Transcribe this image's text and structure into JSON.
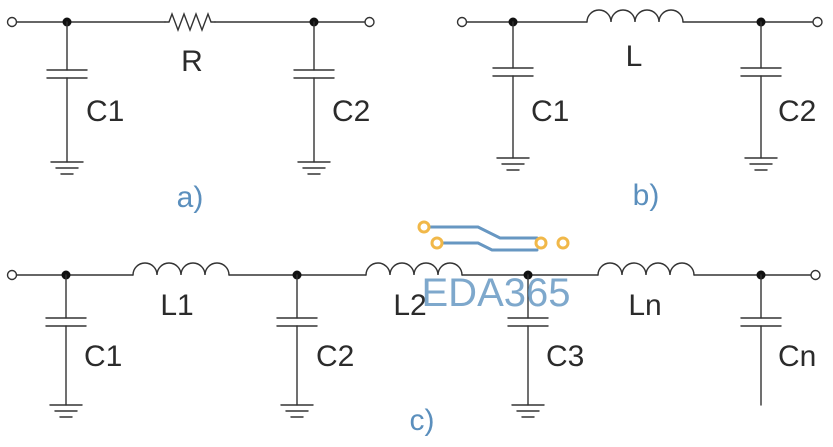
{
  "diagram": {
    "a": {
      "caption": "a)",
      "resistor_label": "R",
      "cap1_label": "C1",
      "cap2_label": "C2"
    },
    "b": {
      "caption": "b)",
      "inductor_label": "L",
      "cap1_label": "C1",
      "cap2_label": "C2"
    },
    "c": {
      "caption": "c)",
      "inductor1_label": "L1",
      "inductor2_label": "L2",
      "inductor_n_label": "Ln",
      "cap1_label": "C1",
      "cap2_label": "C2",
      "cap3_label": "C3",
      "cap_n_label": "Cn"
    }
  },
  "watermark": {
    "text": "EDA365",
    "color": "#5b8fbd",
    "trace_color": "#5b8fbd",
    "pad_color": "#f0b33a"
  },
  "colors": {
    "wire": "#333333",
    "label": "#2b2b2b",
    "caption": "#5b8fbd"
  }
}
